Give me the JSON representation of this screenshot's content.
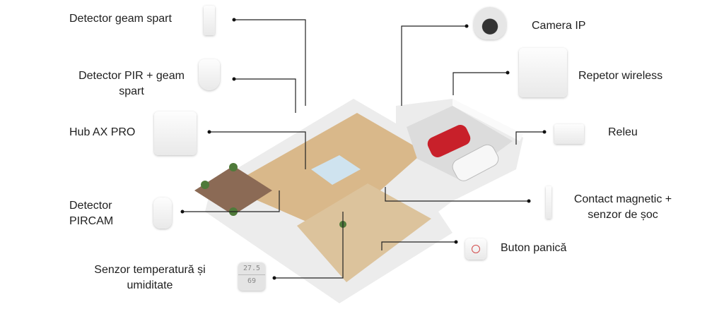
{
  "title": "Sistem de alarmă wireless AX PRO",
  "devices": [
    {
      "label": "Detector geam spart",
      "icon": "glass-break-detector-icon"
    },
    {
      "label": "Detector PIR + geam spart",
      "icon": "pir-detector-icon"
    },
    {
      "label": "Hub AX PRO",
      "icon": "hub-icon"
    },
    {
      "label": "Detector PIRCAM",
      "icon": "pircam-icon"
    },
    {
      "label": "Senzor temperatură și umiditate",
      "icon": "thermometer-icon",
      "display": [
        "27.5",
        "69"
      ]
    },
    {
      "label": "Camera IP",
      "icon": "dome-camera-icon"
    },
    {
      "label": "Repetor wireless",
      "icon": "repeater-icon"
    },
    {
      "label": "Releu",
      "icon": "relay-icon"
    },
    {
      "label": "Contact magnetic + senzor de șoc",
      "icon": "magnetic-contact-icon"
    },
    {
      "label": "Buton panică",
      "icon": "panic-button-icon"
    }
  ],
  "colors": {
    "line": "#222222",
    "floor": "#d9b88a",
    "wall": "#f2f2f2",
    "car_red": "#c8202a"
  }
}
